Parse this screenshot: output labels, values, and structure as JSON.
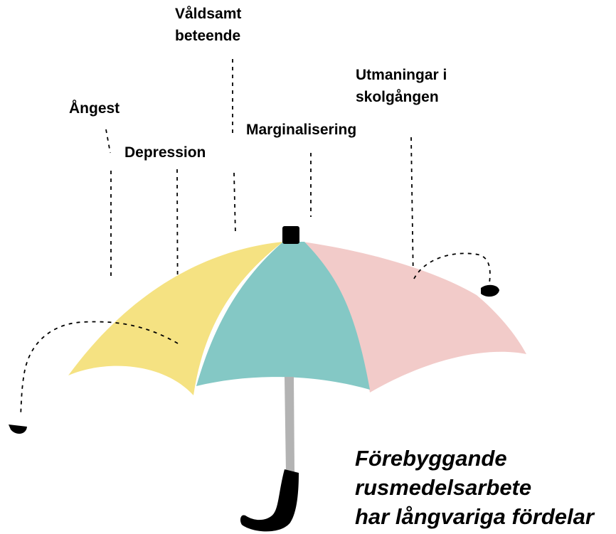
{
  "labels": {
    "valdsamt_line1": "Våldsamt",
    "valdsamt_line2": "beteende",
    "utmaningar_line1": "Utmaningar i",
    "utmaningar_line2": "skolgången",
    "angest": "Ångest",
    "depression": "Depression",
    "marginalisering": "Marginalisering"
  },
  "slogan": {
    "line1": "Förebyggande",
    "line2": "rusmedelsarbete",
    "line3": "har långvariga fördelar"
  },
  "colors": {
    "left_panel": "#f5e282",
    "center_panel": "#84c8c5",
    "right_panel": "#f2cbc9",
    "shaft": "#b3b3b3",
    "ink": "#000000"
  },
  "icons": [
    "umbrella-icon",
    "raindrop-icon",
    "handle-icon"
  ]
}
